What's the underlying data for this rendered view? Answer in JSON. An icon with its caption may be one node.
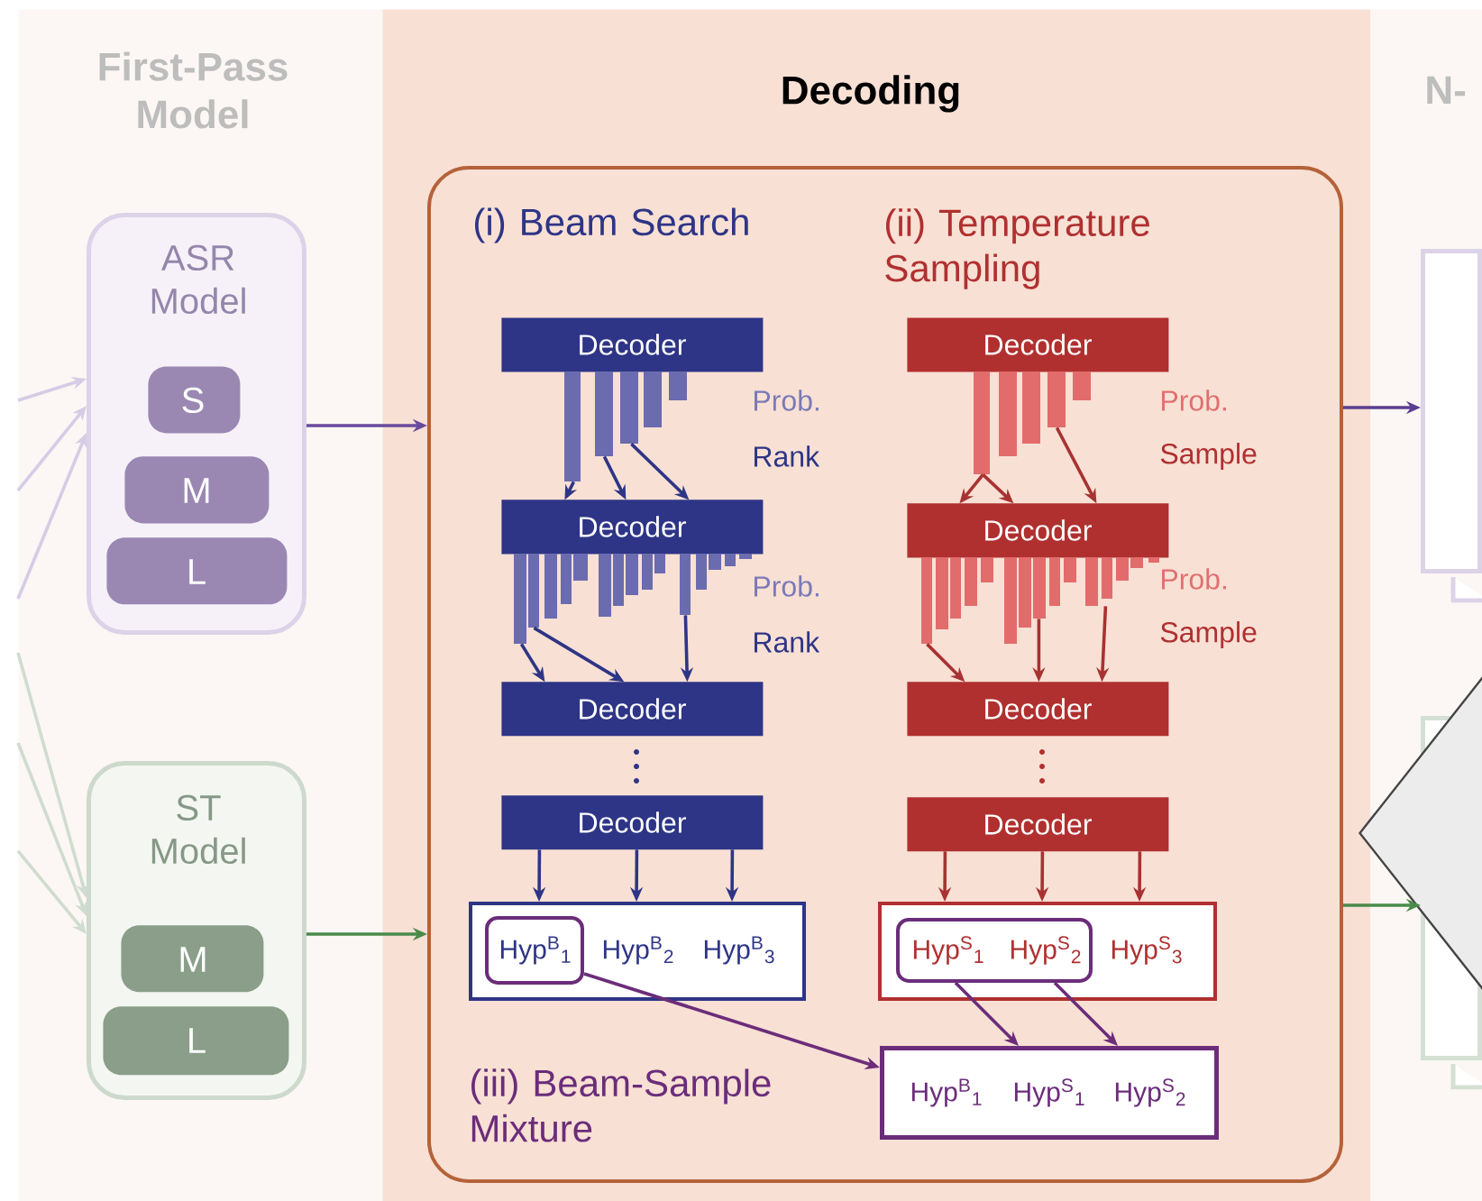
{
  "diagram": {
    "nodes": [
      {
        "text": [
          "First-Pass Model"
        ]
      },
      {
        "text": [
          "ASR Model"
        ],
        "in": 0
      },
      {
        "text": [
          "S"
        ],
        "in": 1
      },
      {
        "text": [
          "M"
        ],
        "in": 1
      },
      {
        "text": [
          "L"
        ],
        "in": 1
      },
      {
        "text": [
          "ST Model"
        ],
        "in": 0
      },
      {
        "text": [
          "M"
        ],
        "in": 5
      },
      {
        "text": [
          "L"
        ],
        "in": 5
      },
      {
        "text": [
          "Decoding"
        ]
      },
      {
        "text": [],
        "shape": "box",
        "in": 8
      },
      {
        "text": [
          "Decoder"
        ],
        "in": 9
      },
      {
        "text": [
          "Decoder"
        ],
        "in": 9
      },
      {
        "text": [
          "Decoder"
        ],
        "in": 9
      },
      {
        "text": [
          "Decoder"
        ],
        "in": 9
      },
      {
        "text": [
          "Hyp$^{B}$$_{2}$",
          "Hyp$^{B}$$_{3}$"
        ],
        "in": 9
      },
      {
        "text": [
          "Hyp$^{B}$$_{1}$"
        ],
        "in": 14
      },
      {
        "text": [
          "Decoder"
        ],
        "in": 9
      },
      {
        "text": [
          "Decoder"
        ],
        "in": 9
      },
      {
        "text": [
          "Decoder"
        ],
        "in": 9
      },
      {
        "text": [
          "Decoder"
        ],
        "in": 9
      },
      {
        "text": [
          "Hyp$^{S}$$_{3}$"
        ],
        "in": 9
      },
      {
        "text": [
          "Hyp$^{S}$$_{1}$",
          "Hyp$^{S}$$_{2}$"
        ],
        "in": 20
      },
      {
        "text": [
          "Hyp$^{B}$$_{1}$",
          "Hyp$^{S}$$_{1}$",
          "Hyp$^{S}$$_{2}$"
        ],
        "in": 9
      },
      {
        "text": [
          "N-"
        ]
      },
      {
        "text": [],
        "shape": "box",
        "in": 23
      },
      {
        "text": [],
        "shape": "box",
        "in": 23
      },
      {
        "text": [],
        "shape": "diamond"
      }
    ],
    "edges": [
      {
        "from": null,
        "to": 1,
        "arrow": "to",
        "color": "#d6cce6"
      },
      {
        "from": null,
        "to": 1,
        "arrow": "to",
        "color": "#d6cce6"
      },
      {
        "from": null,
        "to": 1,
        "arrow": "to",
        "color": "#d6cce6"
      },
      {
        "from": null,
        "to": 5,
        "arrow": "to",
        "color": "#cfdccf"
      },
      {
        "from": null,
        "to": 5,
        "arrow": "to",
        "color": "#cfdccf"
      },
      {
        "from": null,
        "to": 5,
        "arrow": "to",
        "color": "#cfdccf"
      },
      {
        "from": 1,
        "to": 9,
        "arrow": "to",
        "color": "#6a4a9e"
      },
      {
        "from": 5,
        "to": 9,
        "arrow": "to",
        "color": "#4a8a4a"
      },
      {
        "from": 9,
        "to": 24,
        "arrow": "to",
        "color": "#5b3d91"
      },
      {
        "from": 9,
        "to": 25,
        "arrow": "to",
        "color": "#4a8a4a"
      },
      {
        "from": 10,
        "to": 11,
        "arrow": "to",
        "color": "#2e3586"
      },
      {
        "from": 10,
        "to": 11,
        "arrow": "to",
        "color": "#2e3586"
      },
      {
        "from": 10,
        "to": 11,
        "arrow": "to",
        "color": "#2e3586"
      },
      {
        "from": 11,
        "to": 12,
        "arrow": "to",
        "color": "#2e3586"
      },
      {
        "from": 11,
        "to": 12,
        "arrow": "to",
        "color": "#2e3586"
      },
      {
        "from": 11,
        "to": 12,
        "arrow": "to",
        "color": "#2e3586"
      },
      {
        "from": 13,
        "to": 14,
        "arrow": "to",
        "color": "#2e3586"
      },
      {
        "from": 13,
        "to": 14,
        "arrow": "to",
        "color": "#2e3586"
      },
      {
        "from": 13,
        "to": 14,
        "arrow": "to",
        "color": "#2e3586"
      },
      {
        "from": 15,
        "to": 22,
        "arrow": "to",
        "color": "#6b2d7a"
      },
      {
        "from": 16,
        "to": 17,
        "arrow": "to",
        "color": "#a83232"
      },
      {
        "from": 16,
        "to": 17,
        "arrow": "to",
        "color": "#a83232"
      },
      {
        "from": 16,
        "to": 17,
        "arrow": "to",
        "color": "#a83232"
      },
      {
        "from": 17,
        "to": 18,
        "arrow": "to",
        "color": "#a83232"
      },
      {
        "from": 17,
        "to": 18,
        "arrow": "to",
        "color": "#a83232"
      },
      {
        "from": 17,
        "to": 18,
        "arrow": "to",
        "color": "#a83232"
      },
      {
        "from": 19,
        "to": 20,
        "arrow": "to",
        "color": "#a83232"
      },
      {
        "from": 19,
        "to": 20,
        "arrow": "to",
        "color": "#a83232"
      },
      {
        "from": 19,
        "to": 20,
        "arrow": "to",
        "color": "#a83232"
      },
      {
        "from": 21,
        "to": 22,
        "arrow": "to",
        "color": "#6b2d7a"
      },
      {
        "from": 21,
        "to": 22,
        "arrow": "to",
        "color": "#6b2d7a"
      }
    ],
    "labels": [
      "(i) Beam Search",
      "(ii) Temperature Sampling",
      "Prob.",
      "Rank",
      "Prob.",
      "Rank",
      "Prob.",
      "Sample",
      "Prob.",
      "Sample",
      "(iii) Beam-Sample Mixture"
    ]
  }
}
